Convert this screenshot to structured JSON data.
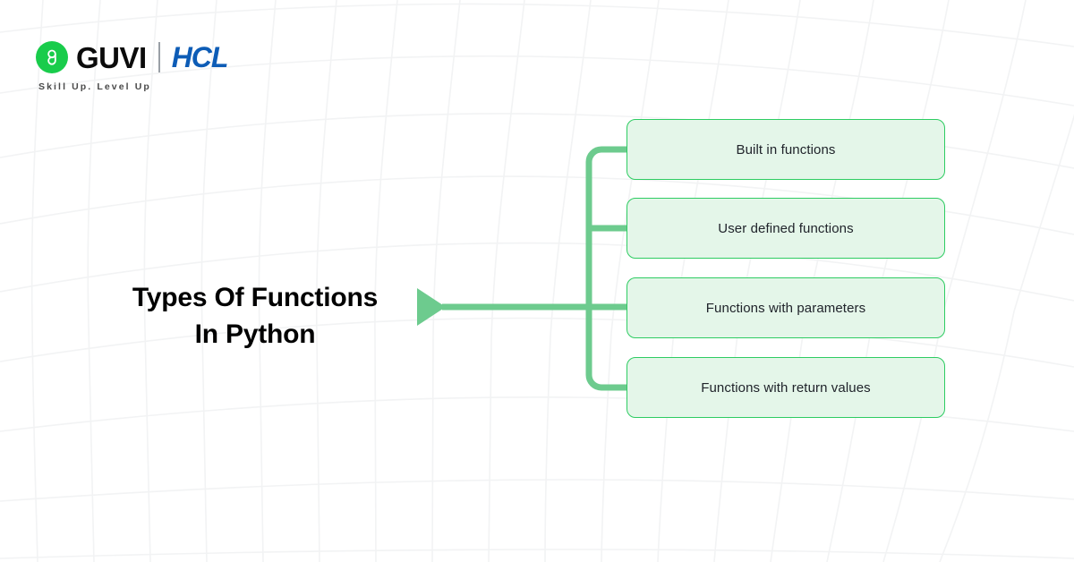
{
  "brand": {
    "mark_icon": "guvi-g-circle-icon",
    "wordmark": "GUVI",
    "partner_wordmark": "HCL",
    "tagline": "Skill Up. Level Up",
    "mark_color": "#19CC4B",
    "partner_color": "#0D5CB6"
  },
  "title": {
    "line1": "Types Of Functions",
    "line2": "In Python",
    "color": "#000000"
  },
  "diagram": {
    "arrow_icon": "right-triangle-arrow-icon",
    "connector_color": "#6DCB8E",
    "node_fill": "#E4F6E9",
    "node_border": "#2ECC62",
    "node_text_color": "#20242b",
    "nodes": [
      {
        "label": "Built in functions"
      },
      {
        "label": "User defined functions"
      },
      {
        "label": "Functions with parameters"
      },
      {
        "label": "Functions with return values"
      }
    ]
  },
  "background": {
    "page_color": "#ffffff",
    "grid_color": "#f2f3f4"
  }
}
